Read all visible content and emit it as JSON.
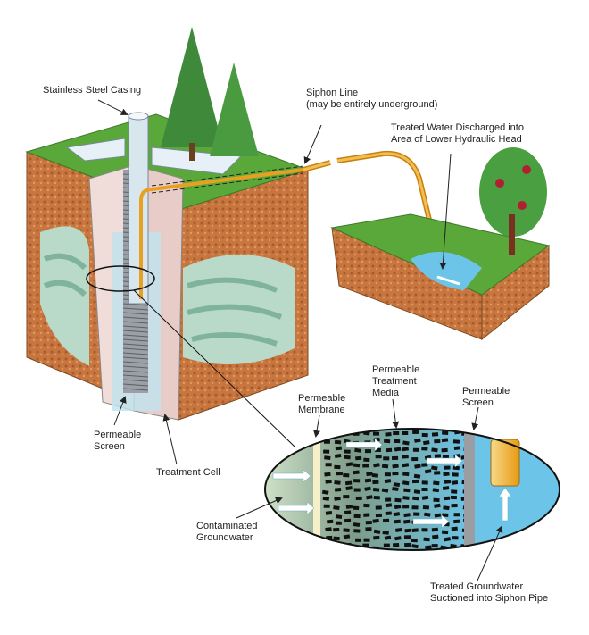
{
  "labels": {
    "casing": [
      "Stainless Steel Casing"
    ],
    "siphon": [
      "Siphon Line",
      "(may be entirely underground)"
    ],
    "discharge": [
      "Treated Water Discharged into",
      "Area of Lower Hydraulic Head"
    ],
    "screen_left": [
      "Permeable",
      "Screen"
    ],
    "treatment_cell": [
      "Treatment Cell"
    ],
    "membrane": [
      "Permeable",
      "Membrane"
    ],
    "media": [
      "Permeable",
      "Treatment",
      "Media"
    ],
    "screen_right": [
      "Permeable",
      "Screen"
    ],
    "contaminated": [
      "Contaminated",
      "Groundwater"
    ],
    "treated": [
      "Treated Groundwater",
      "Suctioned into Siphon Pipe"
    ]
  },
  "colors": {
    "grass": "#5aa83a",
    "soil": "#c8763f",
    "water": "#6cc4e8",
    "pipe": "#e8a020",
    "casing": "#d8e6ee"
  }
}
